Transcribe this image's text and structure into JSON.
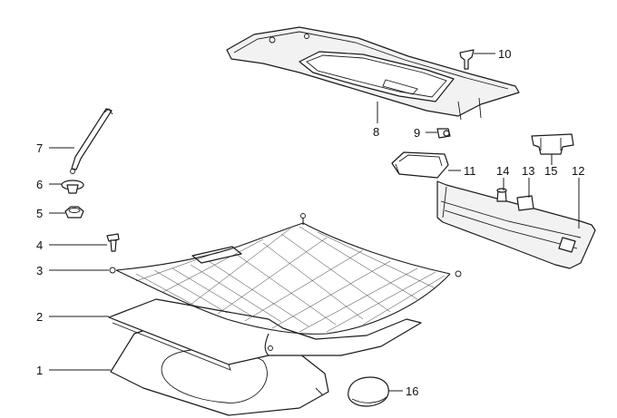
{
  "callouts": {
    "c1": "1",
    "c2": "2",
    "c3": "3",
    "c4": "4",
    "c5": "5",
    "c6": "6",
    "c7": "7",
    "c8": "8",
    "c9": "9",
    "c10": "10",
    "c11": "11",
    "c12": "12",
    "c13": "13",
    "c14": "14",
    "c15": "15",
    "c16": "16"
  },
  "colors": {
    "line": "#1a1a1a",
    "background": "#ffffff",
    "panel_shade": "#f2f2f2"
  }
}
